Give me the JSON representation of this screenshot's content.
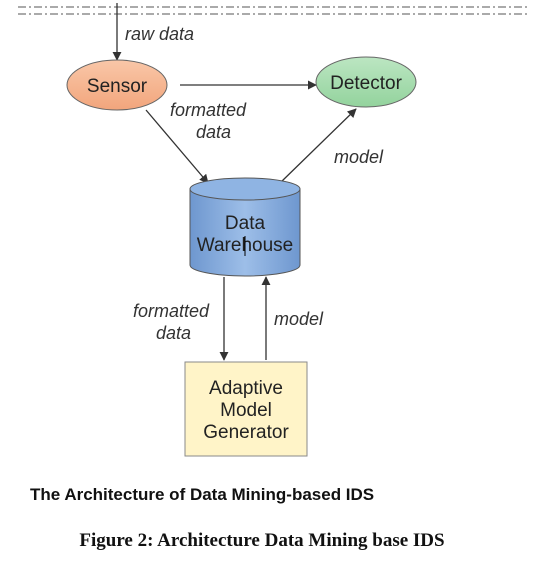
{
  "nodes": {
    "sensor": "Sensor",
    "detector": "Detector",
    "warehouse": [
      "Data",
      "Warehouse"
    ],
    "generator": [
      "Adaptive",
      "Model",
      "Generator"
    ]
  },
  "edges": {
    "raw_data": "raw data",
    "sensor_to_warehouse": [
      "formatted",
      "data"
    ],
    "warehouse_to_detector": "model",
    "warehouse_to_generator": [
      "formatted",
      "data"
    ],
    "generator_to_warehouse": "model"
  },
  "diagram_title": "The Architecture of Data Mining-based IDS",
  "figure_caption": "Figure 2: Architecture Data Mining base IDS",
  "colors": {
    "sensor_fill": "#F6B38E",
    "detector_fill": "#A8DDB0",
    "warehouse_fill": "#7FA8DC",
    "generator_fill": "#FFF4C8"
  }
}
